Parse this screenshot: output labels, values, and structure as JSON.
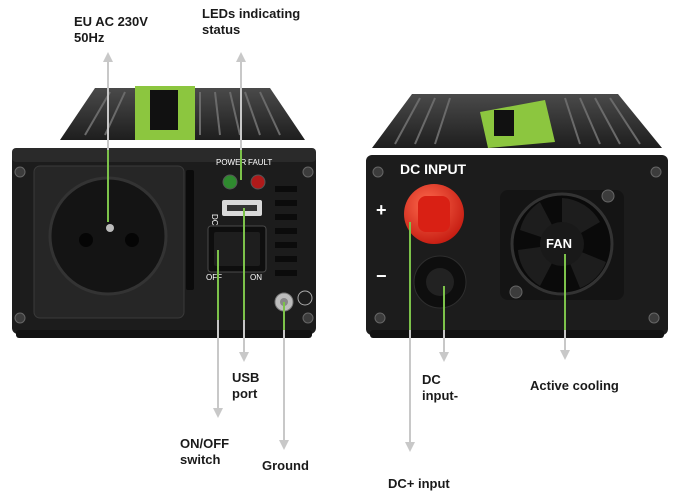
{
  "labels": {
    "eu_ac": "EU AC 230V\n50Hz",
    "leds": "LEDs indicating\nstatus",
    "usb_port": "USB\nport",
    "on_off": "ON/OFF\nswitch",
    "ground": "Ground",
    "dc_input_minus": "DC\ninput-",
    "active_cooling": "Active cooling",
    "dc_plus_input": "DC+ input"
  },
  "device_text": {
    "power": "POWER",
    "fault": "FAULT",
    "usb_marking": "DC5V",
    "switch_off": "OFF",
    "switch_on": "ON",
    "dc_input": "DC INPUT",
    "plus": "+",
    "minus": "−",
    "fan": "FAN"
  },
  "colors": {
    "body": "#1c1c1c",
    "fins": "#3a3a3a",
    "accent_green": "#8cc63f",
    "knob_red": "#e8261c",
    "arrow": "#c8c8c8",
    "callout_green": "#7cc24a"
  }
}
